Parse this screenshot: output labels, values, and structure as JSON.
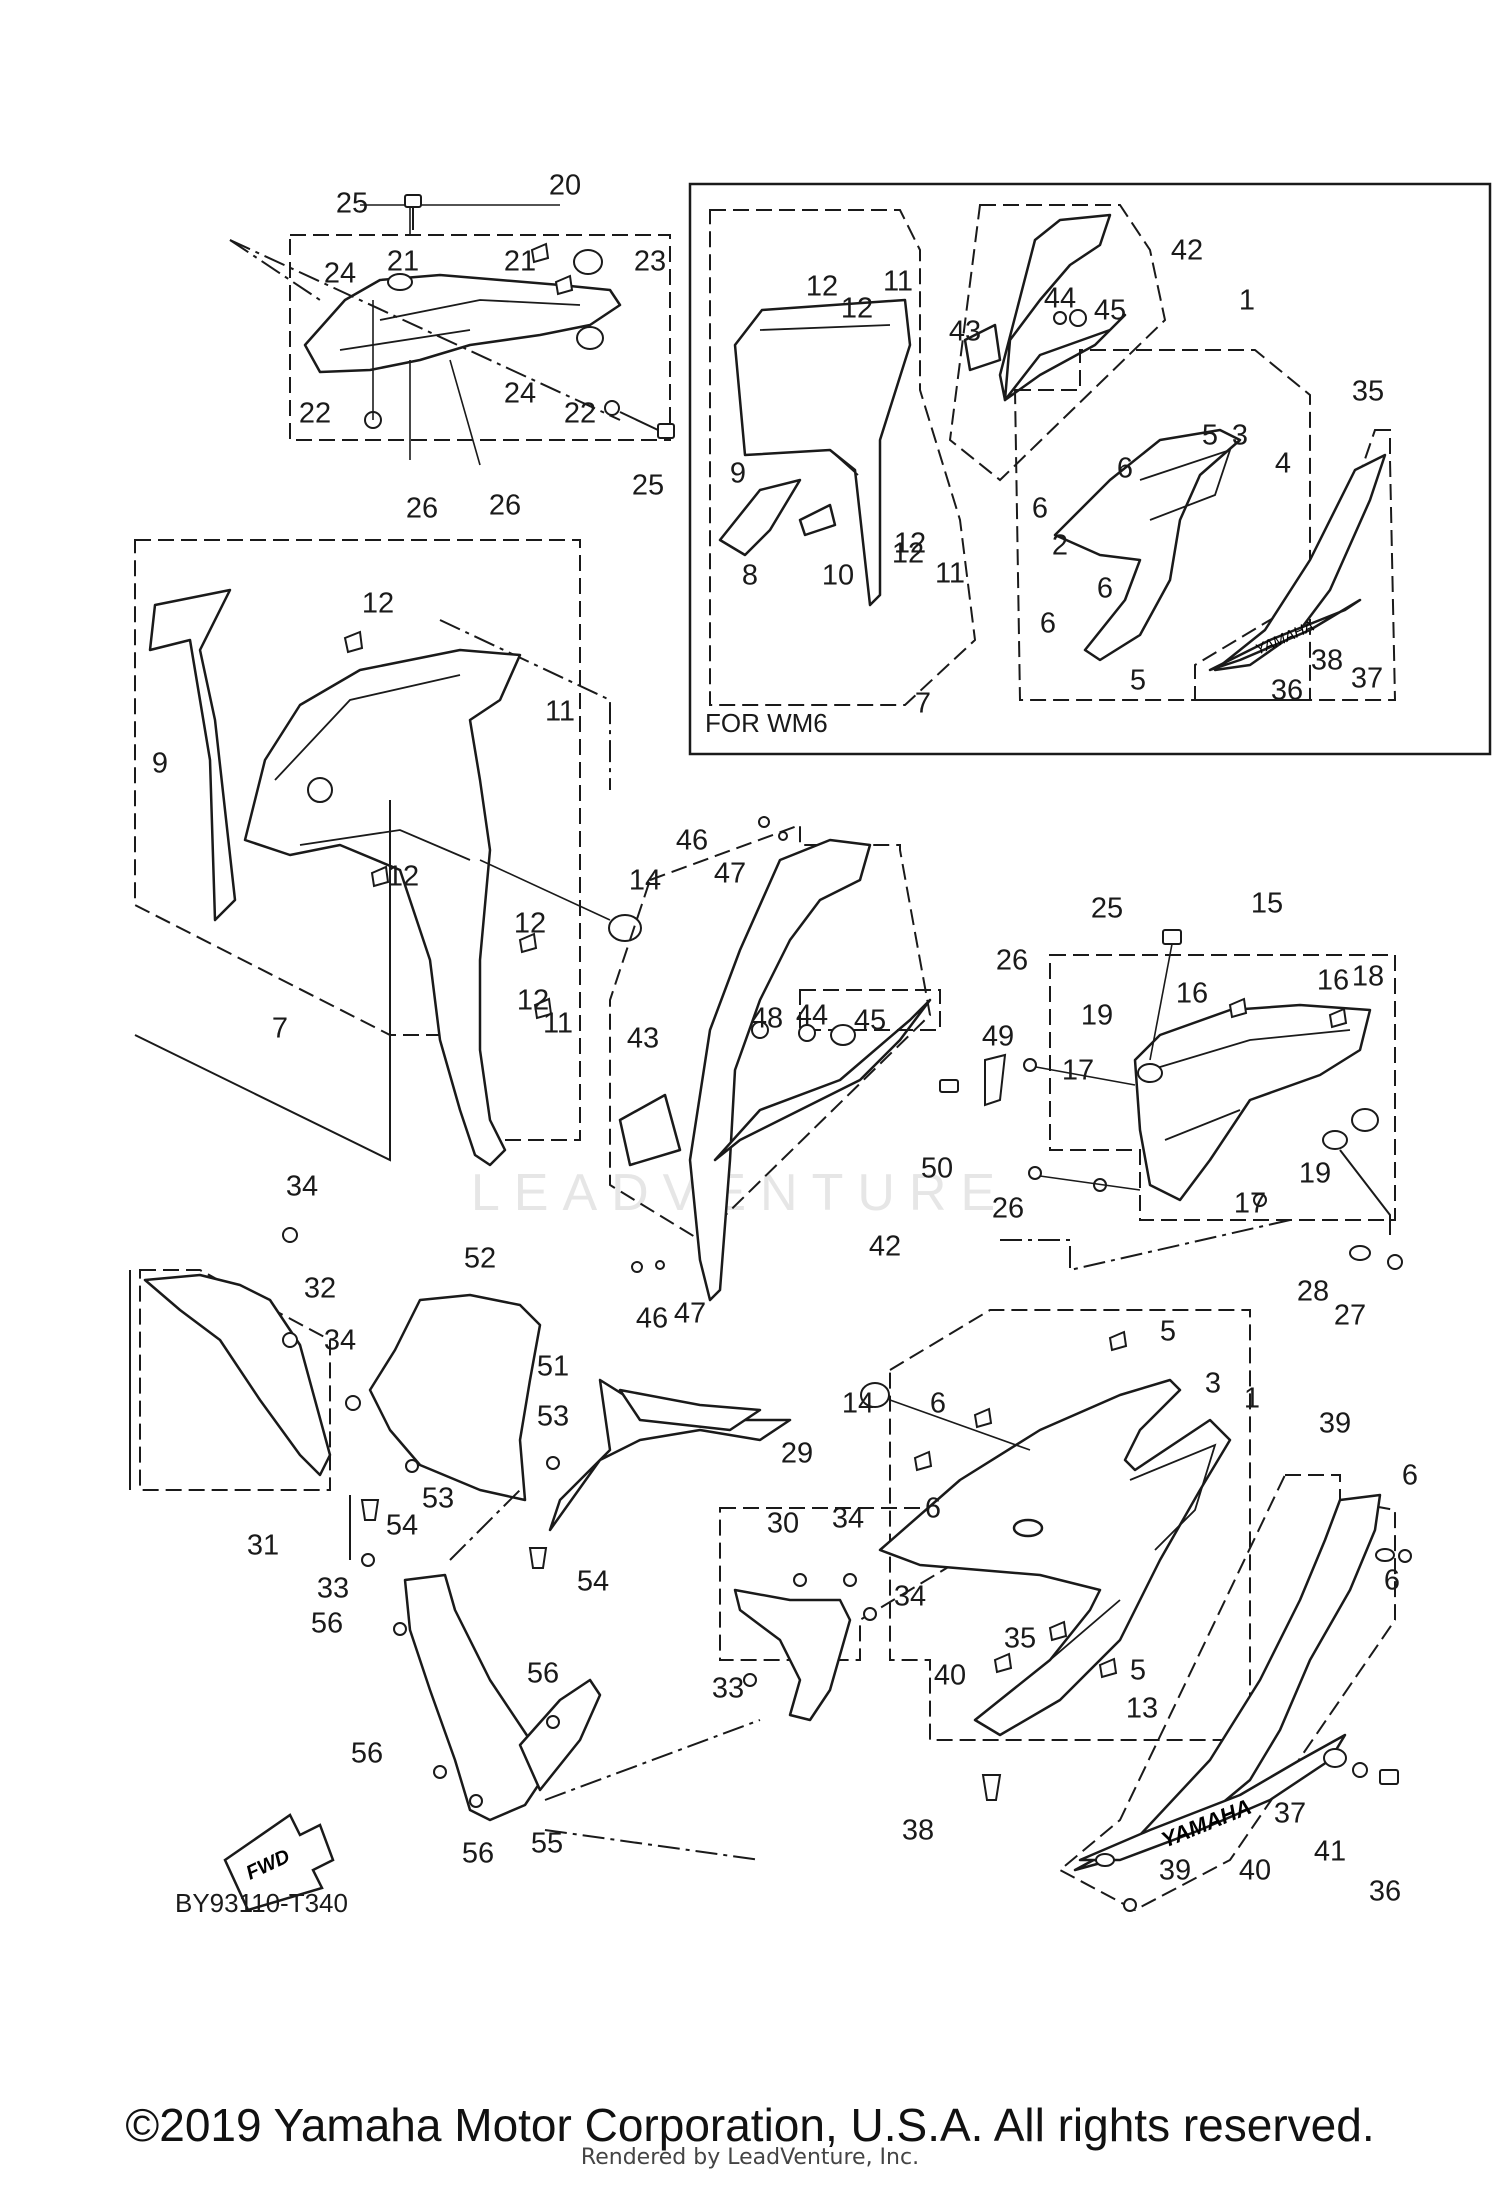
{
  "diagram": {
    "inset_caption": "FOR WM6",
    "diagram_code": "BY93110-T340",
    "fwd_arrow_label": "FWD",
    "watermark": "LEADVENTURE",
    "decal_text": "YAMAHA",
    "callouts": [
      "25",
      "20",
      "21",
      "21",
      "23",
      "24",
      "24",
      "22",
      "22",
      "25",
      "26",
      "26",
      "12",
      "12",
      "11",
      "9",
      "8",
      "10",
      "12",
      "12",
      "11",
      "7",
      "42",
      "44",
      "45",
      "43",
      "1",
      "5",
      "3",
      "6",
      "4",
      "6",
      "2",
      "6",
      "6",
      "5",
      "35",
      "38",
      "37",
      "36",
      "12",
      "11",
      "9",
      "12",
      "12",
      "12",
      "11",
      "7",
      "14",
      "46",
      "47",
      "25",
      "15",
      "26",
      "16",
      "16",
      "18",
      "19",
      "48",
      "44",
      "45",
      "49",
      "17",
      "50",
      "19",
      "43",
      "42",
      "26",
      "17",
      "28",
      "27",
      "46",
      "47",
      "34",
      "52",
      "32",
      "34",
      "51",
      "53",
      "53",
      "54",
      "31",
      "33",
      "54",
      "56",
      "56",
      "56",
      "55",
      "56",
      "29",
      "30",
      "34",
      "34",
      "33",
      "14",
      "5",
      "3",
      "1",
      "6",
      "6",
      "35",
      "40",
      "39",
      "6",
      "6",
      "5",
      "13",
      "38",
      "37",
      "41",
      "36",
      "40",
      "39"
    ]
  },
  "footer": {
    "copyright": "©2019 Yamaha Motor Corporation, U.S.A. All rights reserved.",
    "rendered_by": "Rendered by LeadVenture, Inc."
  }
}
